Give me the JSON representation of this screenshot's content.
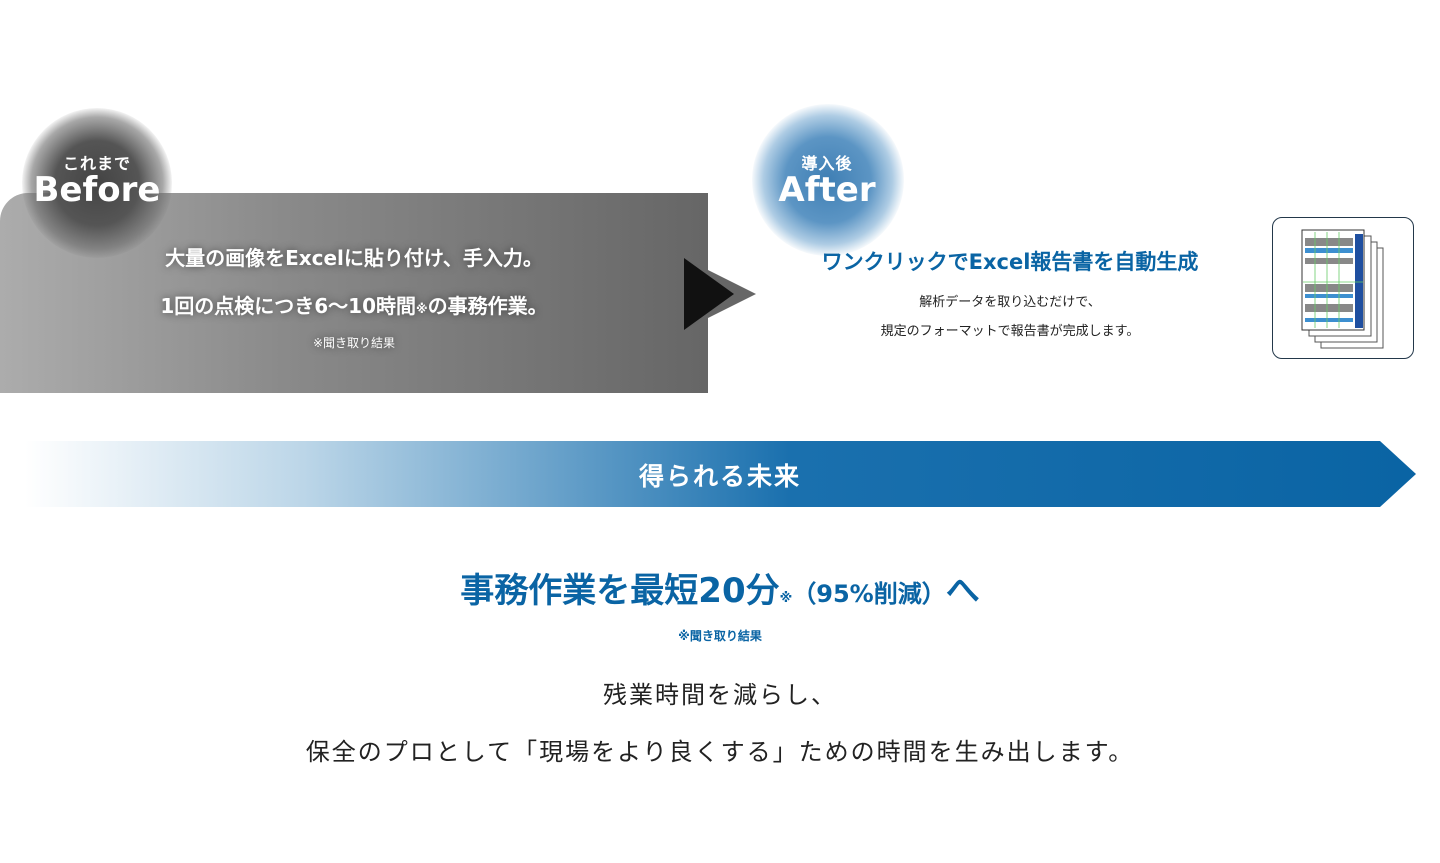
{
  "before": {
    "label_jp": "これまで",
    "label_en": "Before",
    "line1": "大量の画像をExcelに貼り付け、手入力。",
    "line2_main": "1回の点検につき6〜10時間",
    "line2_mark": "※",
    "line2_tail": "の事務作業。",
    "note": "※聞き取り結果"
  },
  "after": {
    "label_jp": "導入後",
    "label_en": "After",
    "title": "ワンクリックでExcel報告書を自動生成",
    "desc1": "解析データを取り込むだけで、",
    "desc2": "規定のフォーマットで報告書が完成します。",
    "image_icon": "excel-report-document-stack"
  },
  "banner": {
    "label": "得られる未来"
  },
  "result": {
    "headline_main": "事務作業を最短20分",
    "headline_mark": "※",
    "headline_sub": "（95%削減）",
    "headline_tail": "へ",
    "footnote": "※聞き取り結果",
    "message1": "残業時間を減らし、",
    "message2": "保全のプロとして「現場をより良くする」ための時間を生み出します。"
  },
  "colors": {
    "accent": "#0a64a4",
    "before_dark": "#666666"
  }
}
